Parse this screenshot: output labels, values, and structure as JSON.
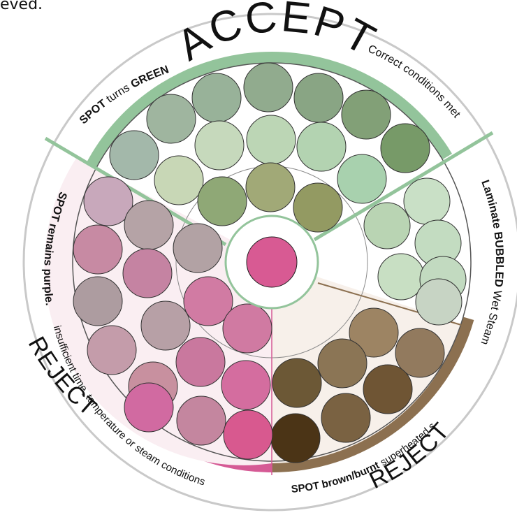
{
  "top_fragment": "eved.",
  "center": {
    "dot_color": "#d85a93"
  },
  "accept": {
    "title": "ACCEPT",
    "spot_bold": "SPOT",
    "spot_mid": " turns ",
    "spot_color": "GREEN",
    "condition": "Correct conditions met",
    "color": "#93c49b"
  },
  "bubbled": {
    "bold": "Laminate BUBBLED",
    "rest": " Wet Steam"
  },
  "burnt": {
    "bold": "SPOT brown/burnt",
    "rest": " superheated steam",
    "reject": "REJECT",
    "color": "#8c7050"
  },
  "purple": {
    "label": "SPOT remains purple.",
    "condition": "insufficient time, temperature or steam conditions",
    "reject": "REJECT",
    "color": "#d55a95"
  },
  "swatches": {
    "green": [
      "#a3b8aa",
      "#9fb59f",
      "#98b299",
      "#91ab8e",
      "#89a584",
      "#82a077",
      "#779a68",
      "#c8d7b6",
      "#c6d9bc",
      "#bcd6b5",
      "#b3d3b1",
      "#a8d1ae",
      "#8fa876",
      "#a1a977",
      "#939a62"
    ],
    "bubbled": [
      "#c9e0c6",
      "#b9d4b3",
      "#c3dcc1",
      "#c8dfc3",
      "#c2dac0",
      "#c7d4c4"
    ],
    "brown": [
      "#9d8463",
      "#927a5e",
      "#8b7555",
      "#6c5836",
      "#6f5534",
      "#7a6242",
      "#4b3416"
    ],
    "pink": [
      "#c8a8bb",
      "#b5a3a6",
      "#c78aa3",
      "#b2a2a4",
      "#c583a2",
      "#ad9ca0",
      "#d17ba3",
      "#b7a0a6",
      "#d07aa2",
      "#c49caa",
      "#c9789e",
      "#c8909f",
      "#d46d9f",
      "#c4869f",
      "#d16aa1",
      "#d8598f"
    ]
  }
}
